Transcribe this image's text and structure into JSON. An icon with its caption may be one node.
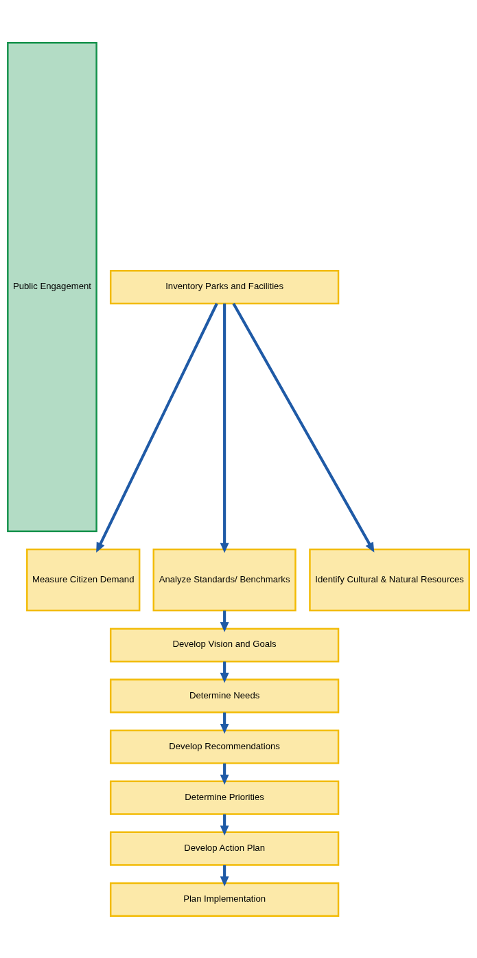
{
  "diagram": {
    "nodes": [
      {
        "text": [
          "Public Engagement"
        ]
      },
      {
        "text": [
          "Inventory Parks and Facilities"
        ]
      },
      {
        "text": [
          "Measure Citizen Demand"
        ]
      },
      {
        "text": [
          "Analyze Standards/ Benchmarks"
        ]
      },
      {
        "text": [
          "Identify Cultural & Natural Resources"
        ]
      },
      {
        "text": [
          "Develop Vision and Goals"
        ]
      },
      {
        "text": [
          "Determine Needs"
        ]
      },
      {
        "text": [
          "Develop Recommendations"
        ]
      },
      {
        "text": [
          "Determine Priorities"
        ]
      },
      {
        "text": [
          "Develop Action Plan"
        ]
      },
      {
        "text": [
          "Plan Implementation"
        ]
      }
    ],
    "edges": [
      {
        "from": 1,
        "to": 2,
        "arrow": "to"
      },
      {
        "from": 1,
        "to": 3,
        "arrow": "to"
      },
      {
        "from": 1,
        "to": 4,
        "arrow": "to"
      },
      {
        "from": 3,
        "to": 5,
        "arrow": "to"
      },
      {
        "from": 5,
        "to": 6,
        "arrow": "to"
      },
      {
        "from": 6,
        "to": 7,
        "arrow": "to"
      },
      {
        "from": 7,
        "to": 8,
        "arrow": "to"
      },
      {
        "from": 8,
        "to": 9,
        "arrow": "to"
      },
      {
        "from": 9,
        "to": 10,
        "arrow": "to"
      }
    ]
  }
}
